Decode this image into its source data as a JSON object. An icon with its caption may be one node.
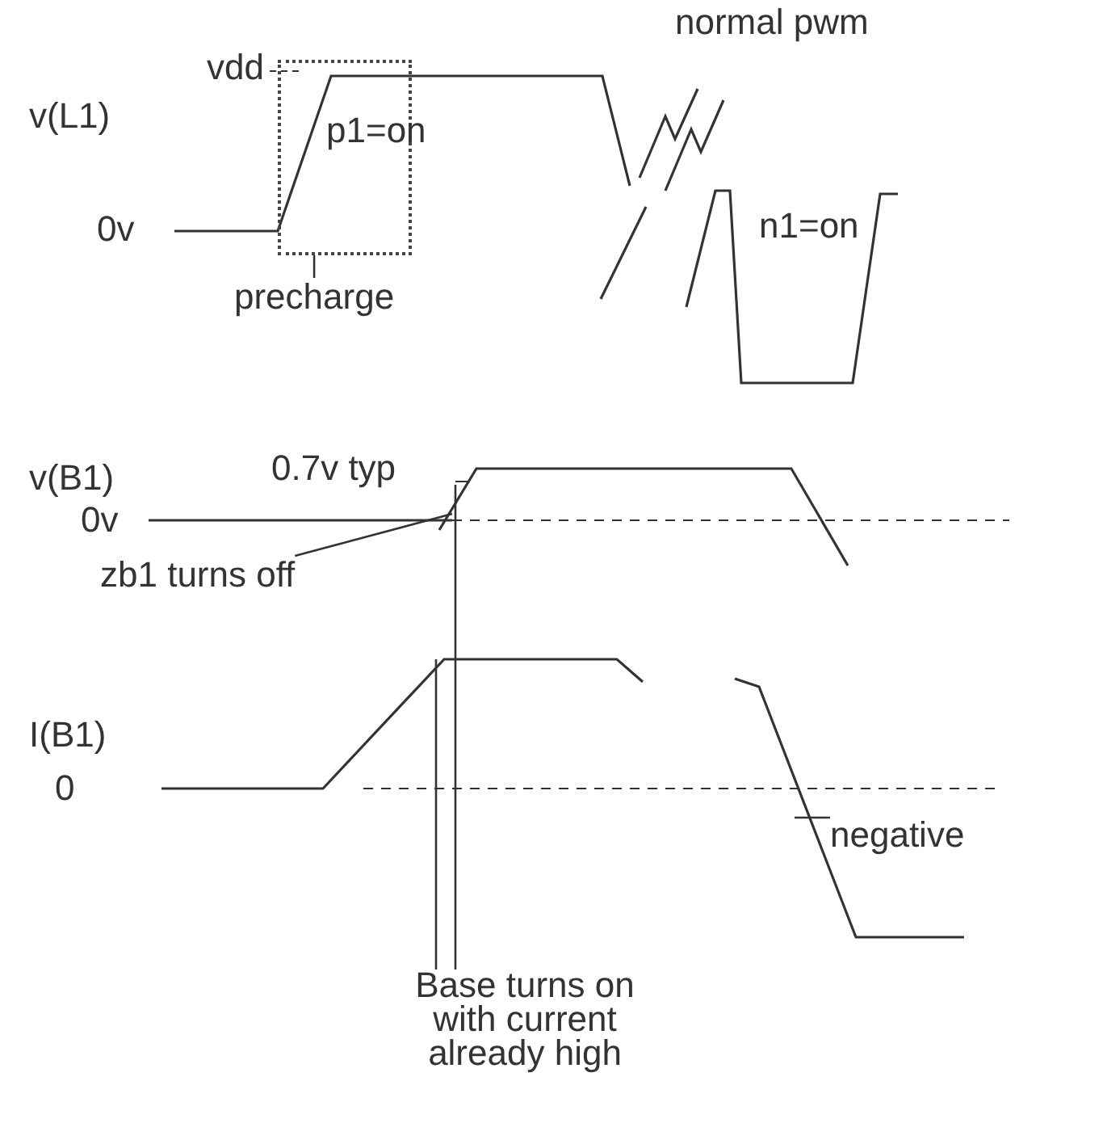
{
  "diagram": {
    "nodes": [
      {
        "text": [
          "p1=on"
        ]
      },
      {
        "text": [
          "precharge"
        ]
      },
      {
        "text": [
          "zb1 turns off"
        ]
      },
      {
        "text": [
          "negative"
        ]
      },
      {
        "text": [
          "Base turns on with current already high"
        ]
      }
    ],
    "edges": [
      {
        "from": 1,
        "to": 0,
        "arrow": "none"
      },
      {
        "from": 2,
        "to": null,
        "arrow": "none"
      },
      {
        "from": 3,
        "to": null,
        "arrow": "none"
      },
      {
        "from": 4,
        "to": null,
        "arrow": "none"
      },
      {
        "from": 4,
        "to": null,
        "arrow": "none"
      }
    ],
    "labels": [
      "normal pwm",
      "vdd",
      "v(L1)",
      "0v",
      "n1=on",
      "v(B1)",
      "0.7v typ",
      "0v",
      "I(B1)",
      "0"
    ]
  }
}
